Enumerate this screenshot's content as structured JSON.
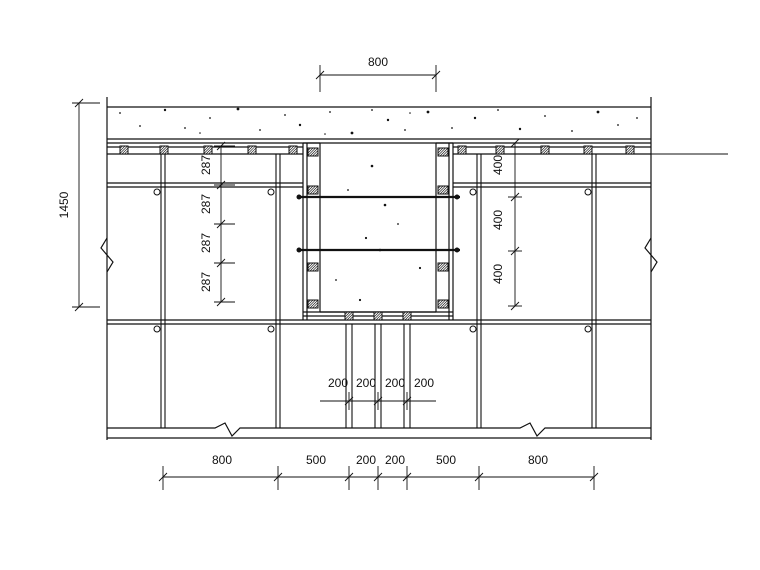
{
  "dimensions": {
    "top_width": "800",
    "total_height": "1450",
    "left_spacings": [
      "287",
      "287",
      "287",
      "287"
    ],
    "right_spacings": [
      "400",
      "400",
      "400"
    ],
    "bolt_spacings": [
      "200",
      "200",
      "200",
      "200"
    ],
    "bottom_spacings": [
      "800",
      "500",
      "200",
      "200",
      "500",
      "800"
    ]
  }
}
